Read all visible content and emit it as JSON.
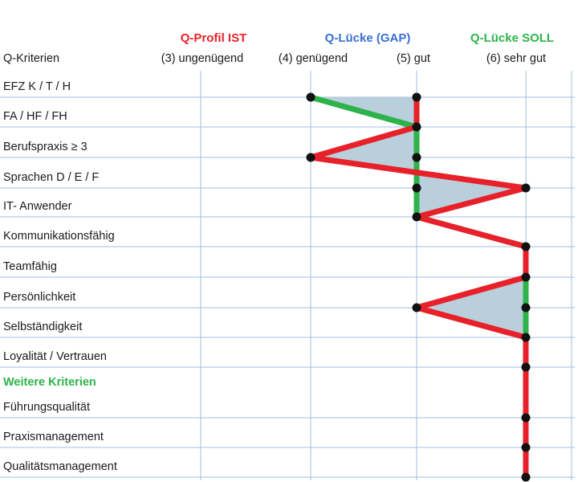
{
  "chart_data": {
    "type": "line",
    "headers": [
      {
        "text": "Q-Profil IST",
        "color": "#e8202a",
        "level": 3
      },
      {
        "text": "Q-Lücke (GAP)",
        "color": "#3a6fd0",
        "level": 5
      },
      {
        "text": "Q-Lücke SOLL",
        "color": "#2db34a",
        "level": 6
      }
    ],
    "row_header": "Q-Kriterien",
    "x_levels": [
      {
        "level": 3,
        "label": "(3) ungenügend"
      },
      {
        "level": 4,
        "label": "(4) genügend"
      },
      {
        "level": 5,
        "label": "(5) gut"
      },
      {
        "level": 6,
        "label": "(6) sehr gut"
      }
    ],
    "criteria": [
      "EFZ  K / T / H",
      "FA / HF / FH",
      "Berufspraxis ≥ 3",
      "Sprachen D / E / F",
      "IT- Anwender",
      "Kommunikationsfähig",
      "Teamfähig",
      "Persönlichkeit",
      "Selbständigkeit",
      "Loyalität / Vertrauen",
      "Weitere Kriterien",
      "Führungsqualität",
      "Praxismanagement",
      "Qualitätsmanagement"
    ],
    "section_header": {
      "text": "Weitere Kriterien",
      "color": "#2db34a"
    },
    "series": [
      {
        "role": "soll",
        "color": "#2db34a",
        "values": [
          4,
          5,
          5,
          5,
          5,
          6,
          6,
          6,
          6,
          6,
          null,
          6,
          6,
          6
        ]
      },
      {
        "role": "ist",
        "color": "#e8202a",
        "values": [
          5,
          5,
          4,
          6,
          5,
          6,
          6,
          5,
          6,
          6,
          null,
          6,
          6,
          6
        ]
      }
    ],
    "gap_color": "#b9cfdc",
    "grid_color": "#9fbfdf",
    "marker_color": "#111111"
  }
}
